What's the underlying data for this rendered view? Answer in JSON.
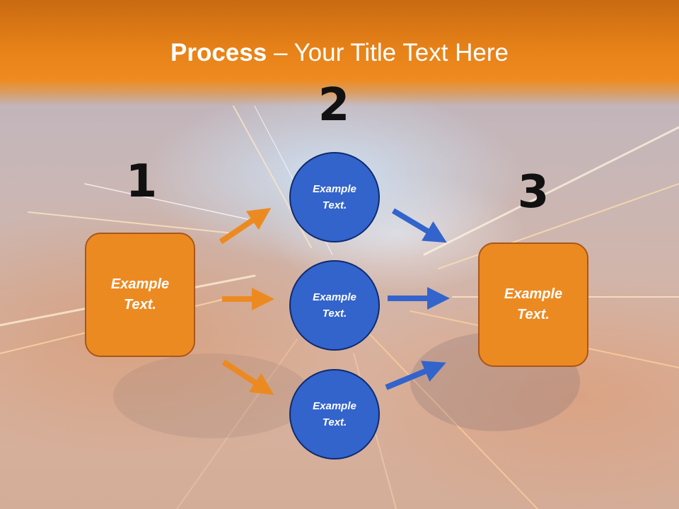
{
  "title": {
    "bold": "Process",
    "rest": " – Your Title Text Here"
  },
  "steps": {
    "one": "1",
    "two": "2",
    "three": "3"
  },
  "box_left": {
    "text": "Example\nText."
  },
  "box_right": {
    "text": "Example\nText."
  },
  "circles": [
    {
      "text": "Example\nText."
    },
    {
      "text": "Example\nText."
    },
    {
      "text": "Example\nText."
    }
  ],
  "colors": {
    "orange": "#ec8a22",
    "blue": "#3364cc",
    "arrow_orange": "#ec8a22",
    "arrow_blue": "#3364cc"
  }
}
